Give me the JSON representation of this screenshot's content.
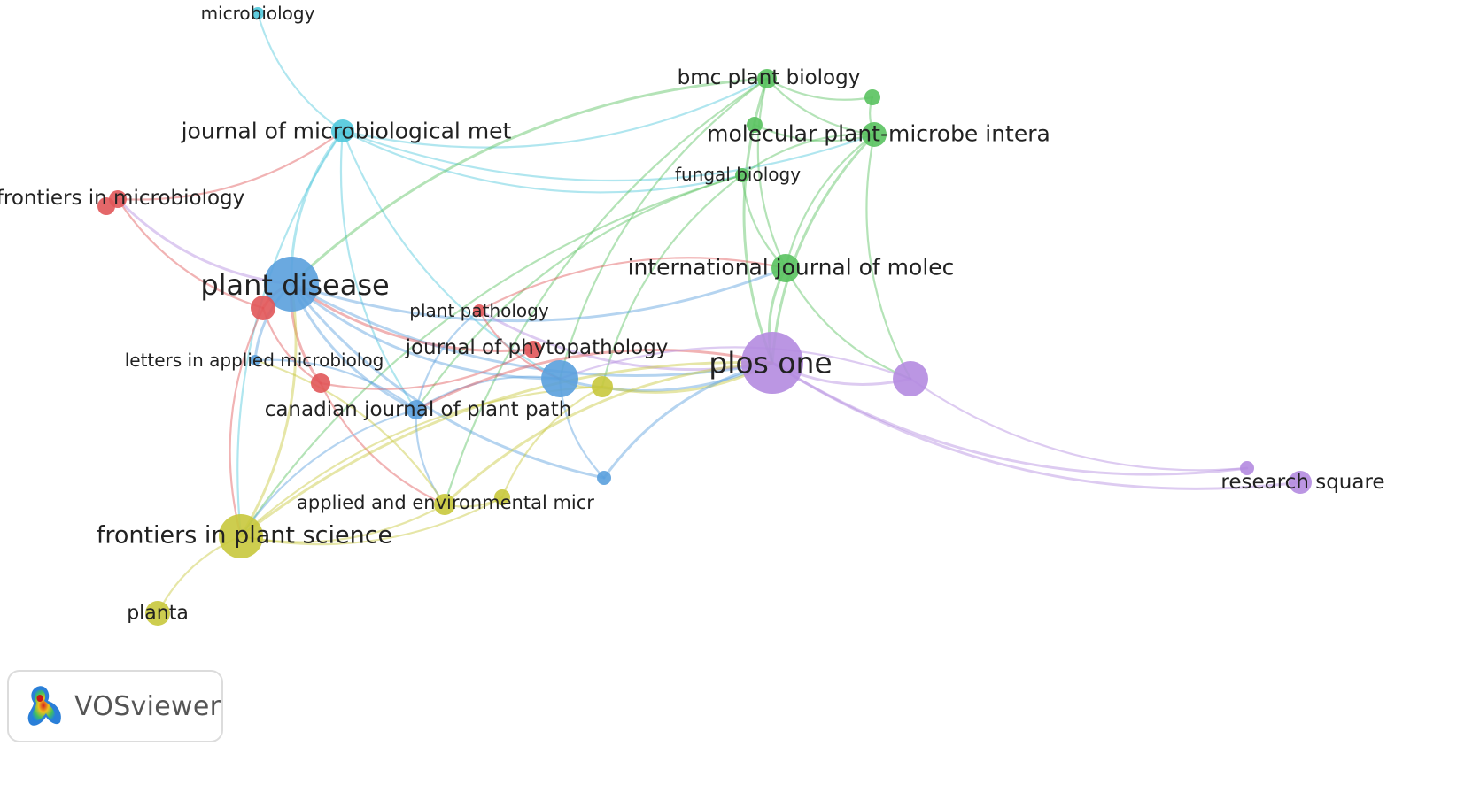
{
  "app": {
    "name": "VOSviewer"
  },
  "clusters": {
    "red": "#e15759",
    "green": "#59c25f",
    "blue": "#5aa0dd",
    "yellow": "#c8c83c",
    "purple": "#b48be0",
    "cyan": "#4fc8dc"
  },
  "nodes": [
    {
      "id": "microbiology",
      "label": "microbiology",
      "cluster": "cyan",
      "weight": 1
    },
    {
      "id": "jmm",
      "label": "journal of microbiological met",
      "cluster": "cyan",
      "weight": 3
    },
    {
      "id": "bmc",
      "label": "bmc plant biology",
      "cluster": "green",
      "weight": 2
    },
    {
      "id": "g_small1",
      "label": "",
      "cluster": "green",
      "weight": 1
    },
    {
      "id": "mpmi",
      "label": "molecular plant-microbe intera",
      "cluster": "green",
      "weight": 2
    },
    {
      "id": "g_small2",
      "label": "",
      "cluster": "green",
      "weight": 1
    },
    {
      "id": "fungal",
      "label": "fungal biology",
      "cluster": "green",
      "weight": 1
    },
    {
      "id": "frontmicro",
      "label": "frontiers in microbiology",
      "cluster": "red",
      "weight": 2
    },
    {
      "id": "r_small0",
      "label": "",
      "cluster": "red",
      "weight": 2
    },
    {
      "id": "ijmolec",
      "label": "international journal of molec",
      "cluster": "green",
      "weight": 3
    },
    {
      "id": "plantdisease",
      "label": "plant disease",
      "cluster": "blue",
      "weight": 10
    },
    {
      "id": "r_small1",
      "label": "",
      "cluster": "red",
      "weight": 3
    },
    {
      "id": "plantpath",
      "label": "plant pathology",
      "cluster": "red",
      "weight": 1
    },
    {
      "id": "letters",
      "label": "letters in applied microbiolog",
      "cluster": "blue",
      "weight": 1
    },
    {
      "id": "jphyto",
      "label": "journal of phytopathology",
      "cluster": "red",
      "weight": 2
    },
    {
      "id": "b_big",
      "label": "",
      "cluster": "blue",
      "weight": 5
    },
    {
      "id": "y_small1",
      "label": "",
      "cluster": "yellow",
      "weight": 2
    },
    {
      "id": "plosone",
      "label": "plos one",
      "cluster": "purple",
      "weight": 14
    },
    {
      "id": "p_med",
      "label": "",
      "cluster": "purple",
      "weight": 5
    },
    {
      "id": "r_small2",
      "label": "",
      "cluster": "red",
      "weight": 2
    },
    {
      "id": "cjpp",
      "label": "canadian journal of plant path",
      "cluster": "blue",
      "weight": 2
    },
    {
      "id": "b_small",
      "label": "",
      "cluster": "blue",
      "weight": 1
    },
    {
      "id": "p_small",
      "label": "",
      "cluster": "purple",
      "weight": 1
    },
    {
      "id": "research",
      "label": "research square",
      "cluster": "purple",
      "weight": 2
    },
    {
      "id": "aem",
      "label": "applied and environmental micr",
      "cluster": "yellow",
      "weight": 2
    },
    {
      "id": "y_small2",
      "label": "",
      "cluster": "yellow",
      "weight": 1
    },
    {
      "id": "fps",
      "label": "frontiers in plant science",
      "cluster": "yellow",
      "weight": 7
    },
    {
      "id": "planta",
      "label": "planta",
      "cluster": "yellow",
      "weight": 2
    }
  ],
  "links": [
    {
      "source": "microbiology",
      "target": "jmm",
      "cluster": "cyan"
    },
    {
      "source": "jmm",
      "target": "plantdisease",
      "cluster": "cyan"
    },
    {
      "source": "jmm",
      "target": "bmc",
      "cluster": "cyan"
    },
    {
      "source": "jmm",
      "target": "mpmi",
      "cluster": "cyan"
    },
    {
      "source": "jmm",
      "target": "b_big",
      "cluster": "cyan"
    },
    {
      "source": "jmm",
      "target": "cjpp",
      "cluster": "cyan"
    },
    {
      "source": "jmm",
      "target": "fps",
      "cluster": "cyan"
    },
    {
      "source": "jmm",
      "target": "fungal",
      "cluster": "cyan"
    },
    {
      "source": "frontmicro",
      "target": "jmm",
      "cluster": "red"
    },
    {
      "source": "frontmicro",
      "target": "r_small1",
      "cluster": "red"
    },
    {
      "source": "frontmicro",
      "target": "plantdisease",
      "cluster": "purple"
    },
    {
      "source": "bmc",
      "target": "mpmi",
      "cluster": "green"
    },
    {
      "source": "bmc",
      "target": "g_small1",
      "cluster": "green"
    },
    {
      "source": "bmc",
      "target": "ijmolec",
      "cluster": "green"
    },
    {
      "source": "bmc",
      "target": "plosone",
      "cluster": "green"
    },
    {
      "source": "bmc",
      "target": "aem",
      "cluster": "green"
    },
    {
      "source": "bmc",
      "target": "b_big",
      "cluster": "green"
    },
    {
      "source": "bmc",
      "target": "plantdisease",
      "cluster": "green"
    },
    {
      "source": "g_small1",
      "target": "mpmi",
      "cluster": "green"
    },
    {
      "source": "g_small2",
      "target": "mpmi",
      "cluster": "green"
    },
    {
      "source": "mpmi",
      "target": "ijmolec",
      "cluster": "green"
    },
    {
      "source": "mpmi",
      "target": "plosone",
      "cluster": "green"
    },
    {
      "source": "mpmi",
      "target": "p_med",
      "cluster": "green"
    },
    {
      "source": "mpmi",
      "target": "fungal",
      "cluster": "green"
    },
    {
      "source": "fungal",
      "target": "ijmolec",
      "cluster": "green"
    },
    {
      "source": "fungal",
      "target": "fps",
      "cluster": "green"
    },
    {
      "source": "fungal",
      "target": "y_small1",
      "cluster": "green"
    },
    {
      "source": "fungal",
      "target": "cjpp",
      "cluster": "green"
    },
    {
      "source": "ijmolec",
      "target": "plosone",
      "cluster": "green"
    },
    {
      "source": "ijmolec",
      "target": "p_med",
      "cluster": "green"
    },
    {
      "source": "ijmolec",
      "target": "plantpath",
      "cluster": "red"
    },
    {
      "source": "plantdisease",
      "target": "r_small1",
      "cluster": "red"
    },
    {
      "source": "plantdisease",
      "target": "b_big",
      "cluster": "blue"
    },
    {
      "source": "plantdisease",
      "target": "letters",
      "cluster": "blue"
    },
    {
      "source": "plantdisease",
      "target": "cjpp",
      "cluster": "blue"
    },
    {
      "source": "plantdisease",
      "target": "r_small2",
      "cluster": "red"
    },
    {
      "source": "plantdisease",
      "target": "plosone",
      "cluster": "blue"
    },
    {
      "source": "plantdisease",
      "target": "jphyto",
      "cluster": "red"
    },
    {
      "source": "plantdisease",
      "target": "b_small",
      "cluster": "blue"
    },
    {
      "source": "plantdisease",
      "target": "ijmolec",
      "cluster": "blue"
    },
    {
      "source": "r_small1",
      "target": "fps",
      "cluster": "red"
    },
    {
      "source": "r_small1",
      "target": "r_small2",
      "cluster": "red"
    },
    {
      "source": "r_small2",
      "target": "jphyto",
      "cluster": "red"
    },
    {
      "source": "r_small2",
      "target": "aem",
      "cluster": "red"
    },
    {
      "source": "plantpath",
      "target": "cjpp",
      "cluster": "blue"
    },
    {
      "source": "plantpath",
      "target": "plosone",
      "cluster": "purple"
    },
    {
      "source": "plantpath",
      "target": "b_big",
      "cluster": "red"
    },
    {
      "source": "b_big",
      "target": "plosone",
      "cluster": "blue"
    },
    {
      "source": "b_big",
      "target": "cjpp",
      "cluster": "blue"
    },
    {
      "source": "b_big",
      "target": "b_small",
      "cluster": "blue"
    },
    {
      "source": "b_big",
      "target": "y_small1",
      "cluster": "yellow"
    },
    {
      "source": "y_small1",
      "target": "plosone",
      "cluster": "yellow"
    },
    {
      "source": "y_small1",
      "target": "fps",
      "cluster": "yellow"
    },
    {
      "source": "y_small1",
      "target": "y_small2",
      "cluster": "yellow"
    },
    {
      "source": "plosone",
      "target": "p_med",
      "cluster": "purple"
    },
    {
      "source": "plosone",
      "target": "research",
      "cluster": "purple"
    },
    {
      "source": "plosone",
      "target": "p_small",
      "cluster": "purple"
    },
    {
      "source": "plosone",
      "target": "fps",
      "cluster": "yellow"
    },
    {
      "source": "plosone",
      "target": "cjpp",
      "cluster": "red"
    },
    {
      "source": "plosone",
      "target": "b_small",
      "cluster": "blue"
    },
    {
      "source": "plosone",
      "target": "aem",
      "cluster": "yellow"
    },
    {
      "source": "p_med",
      "target": "p_small",
      "cluster": "purple"
    },
    {
      "source": "p_med",
      "target": "b_big",
      "cluster": "purple"
    },
    {
      "source": "cjpp",
      "target": "fps",
      "cluster": "blue"
    },
    {
      "source": "cjpp",
      "target": "aem",
      "cluster": "blue"
    },
    {
      "source": "cjpp",
      "target": "letters",
      "cluster": "blue"
    },
    {
      "source": "fps",
      "target": "planta",
      "cluster": "yellow"
    },
    {
      "source": "fps",
      "target": "aem",
      "cluster": "yellow"
    },
    {
      "source": "fps",
      "target": "y_small2",
      "cluster": "yellow"
    },
    {
      "source": "fps",
      "target": "plantdisease",
      "cluster": "yellow"
    },
    {
      "source": "aem",
      "target": "y_small2",
      "cluster": "yellow"
    },
    {
      "source": "aem",
      "target": "letters",
      "cluster": "yellow"
    }
  ]
}
